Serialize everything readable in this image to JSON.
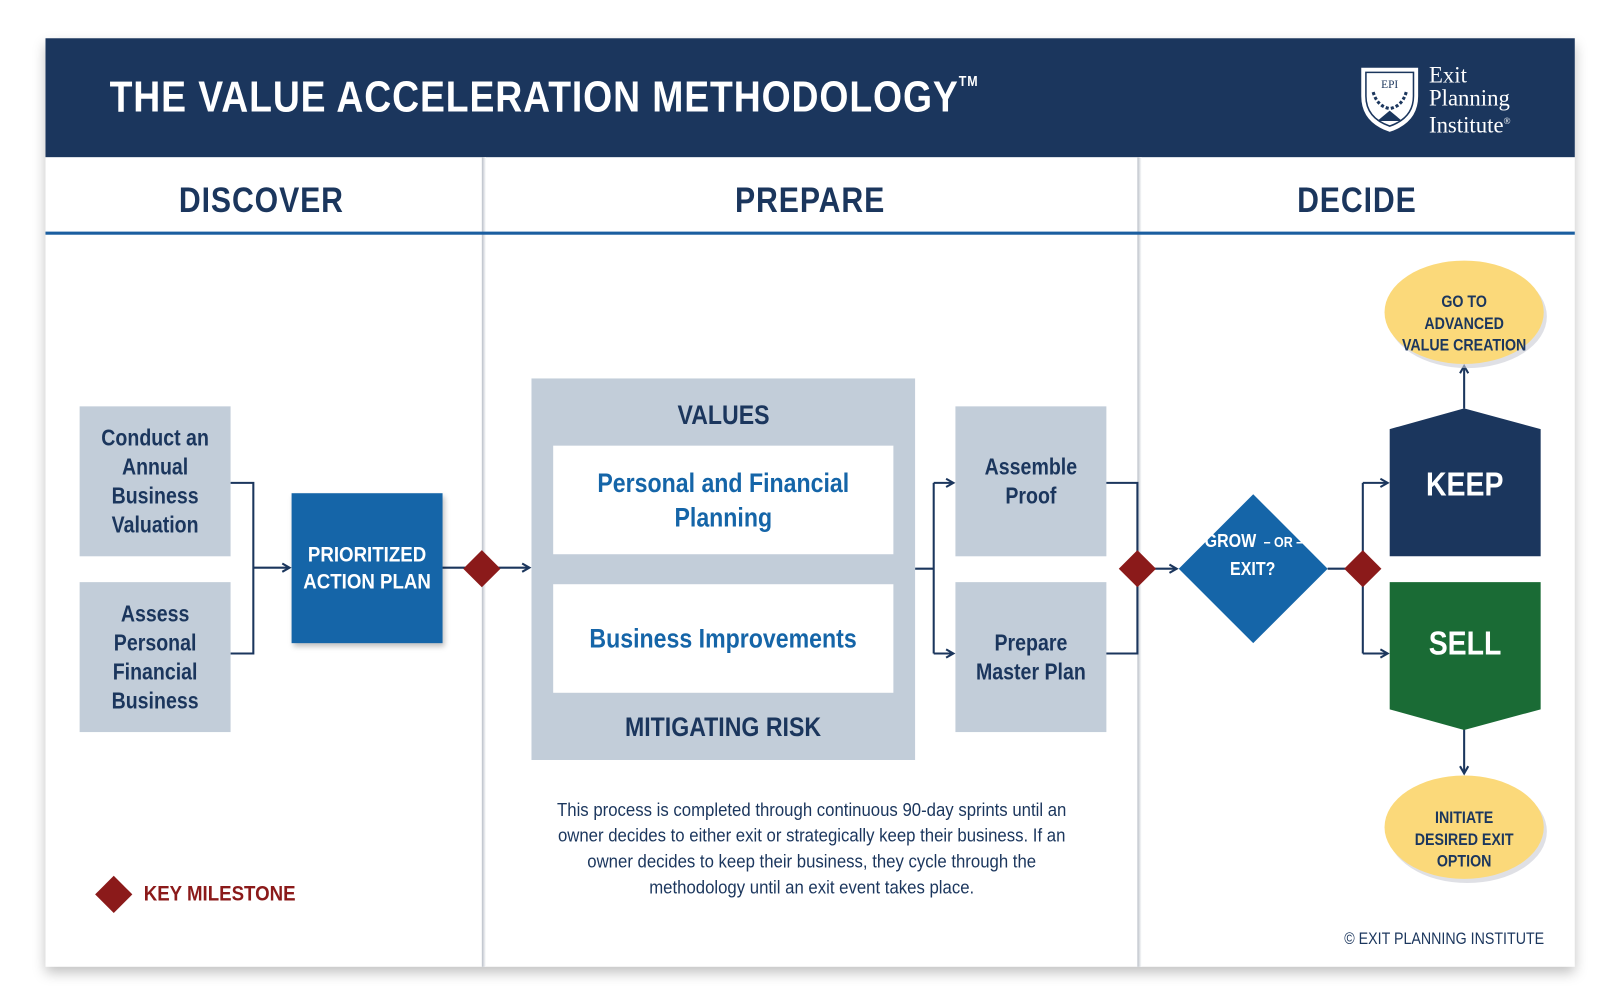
{
  "header": {
    "title": "THE VALUE ACCELERATION METHODOLOGY",
    "trademark": "TM",
    "logo": {
      "emblem_text": "EPI",
      "line1": "Exit",
      "line2": "Planning",
      "line3": "Institute",
      "registered": "®"
    }
  },
  "columns": {
    "discover": "DISCOVER",
    "prepare": "PREPARE",
    "decide": "DECIDE"
  },
  "discover": {
    "box1": "Conduct an Annual Business Valuation",
    "box2": "Assess Personal Financial Business",
    "action_plan": "PRIORITIZED ACTION PLAN"
  },
  "prepare": {
    "top_label": "VALUES",
    "inner1": "Personal and Financial Planning",
    "inner2": "Business Improvements",
    "bottom_label": "MITIGATING RISK",
    "assemble": "Assemble Proof",
    "master_plan": "Prepare Master Plan",
    "description": "This process is completed through continuous 90-day sprints until an owner decides to either exit or strategically keep their business. If an owner decides to keep their business, they cycle through the methodology until an exit event takes place."
  },
  "decide": {
    "grow": "GROW",
    "or": "– OR –",
    "exit": "EXIT?",
    "keep": "KEEP",
    "sell": "SELL",
    "advanced": "GO TO ADVANCED VALUE CREATION",
    "initiate": "INITIATE DESIRED EXIT OPTION"
  },
  "legend": {
    "key_milestone": "KEY MILESTONE"
  },
  "footer": {
    "copyright": "© EXIT PLANNING INSTITUTE"
  },
  "colors": {
    "navy": "#1b365d",
    "blue": "#1565a8",
    "milestone": "#8b1a1a",
    "gray_box": "#c2cdd9",
    "keep": "#1b365d",
    "sell": "#1a6b35",
    "yellow": "#fbd97a"
  }
}
